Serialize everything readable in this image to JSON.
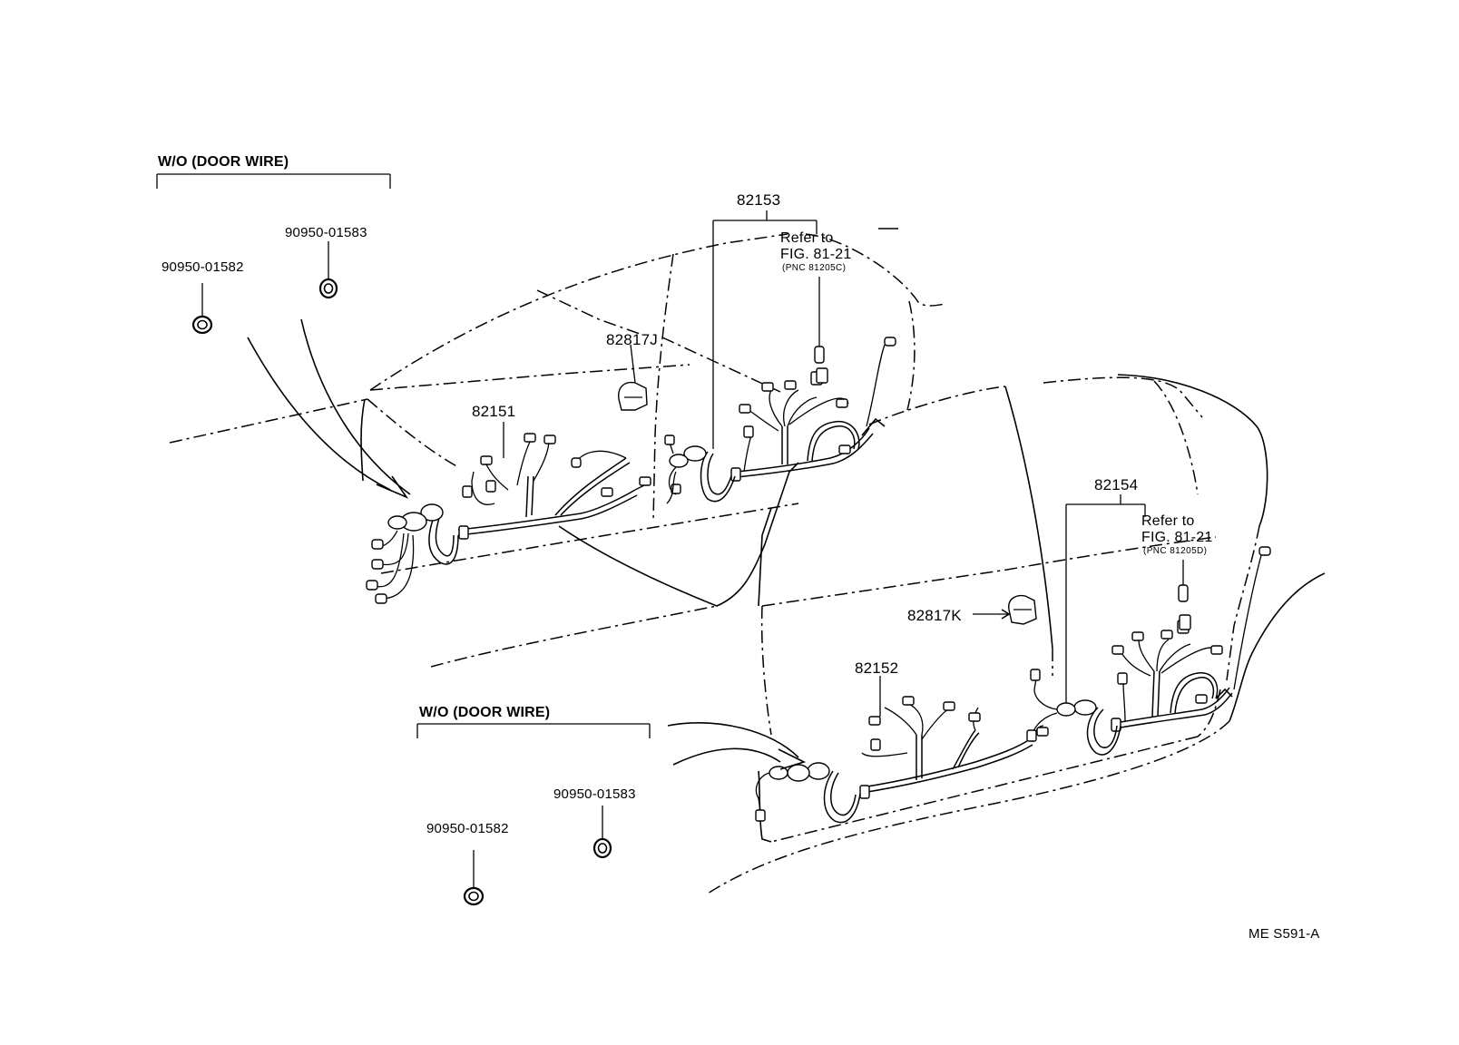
{
  "sections": {
    "upper": {
      "variant_label": "W/O (DOOR WIRE)"
    },
    "lower": {
      "variant_label": "W/O (DOOR WIRE)"
    }
  },
  "parts": {
    "grommet_a_upper": "90950-01582",
    "grommet_b_upper": "90950-01583",
    "grommet_a_lower": "90950-01582",
    "grommet_b_lower": "90950-01583",
    "front_left_harness": "82151",
    "front_right_harness": "82153",
    "rear_left_harness": "82152",
    "rear_right_harness": "82154",
    "connector_upper": "82817J",
    "connector_lower": "82817K"
  },
  "references": {
    "upper": {
      "line1": "Refer to",
      "line2": "FIG. 81-21",
      "line3": "(PNC 81205C)"
    },
    "lower": {
      "line1": "Refer to",
      "line2": "FIG. 81-21",
      "line3": "(PNC 81205D)"
    }
  },
  "figure_code": "ME S591-A",
  "icons": [
    "grommet-icon",
    "connector-icon",
    "wire-harness-icon",
    "bracket-icon"
  ]
}
